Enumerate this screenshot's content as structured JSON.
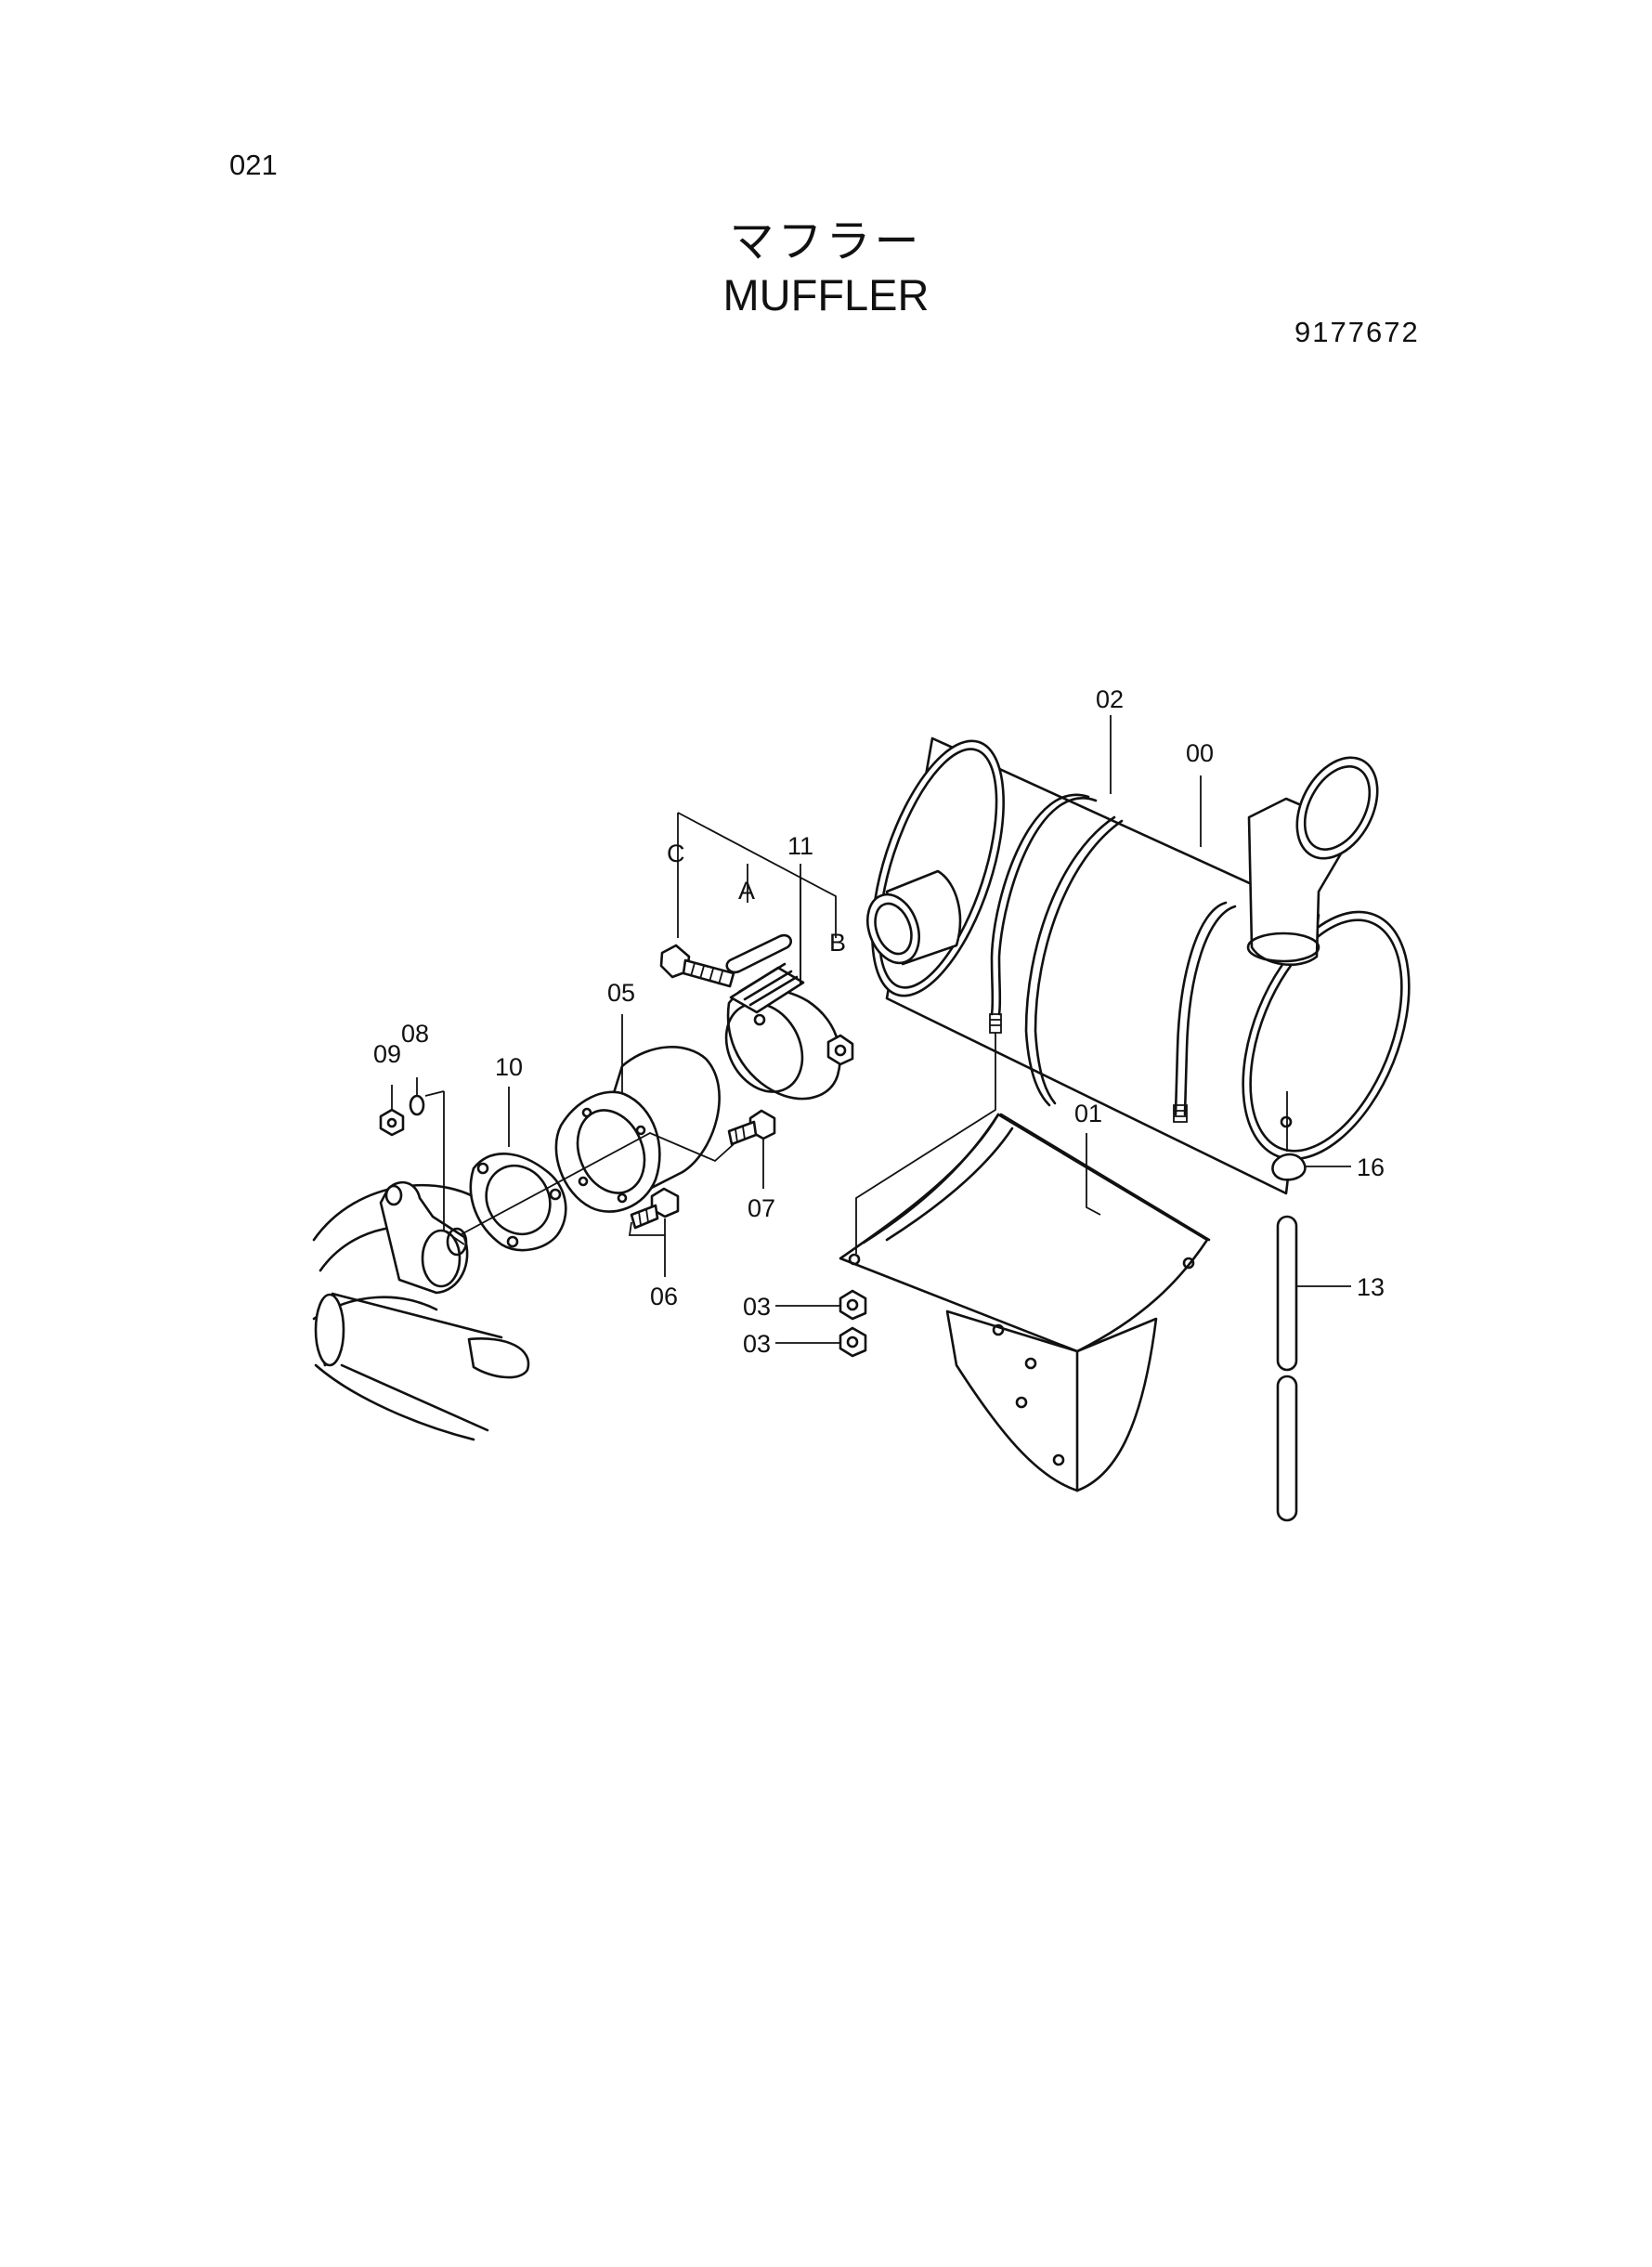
{
  "header": {
    "page_code": "021",
    "title_jp": "マフラー",
    "title_en": "MUFFLER",
    "diagram_number": "9177672"
  },
  "callouts": {
    "c00": "00",
    "c01": "01",
    "c02": "02",
    "c03a": "03",
    "c03b": "03",
    "c05": "05",
    "c06": "06",
    "c07": "07",
    "c08": "08",
    "c09": "09",
    "c10": "10",
    "c11": "11",
    "c13": "13",
    "c16": "16",
    "cA": "A",
    "cB": "B",
    "cC": "C"
  }
}
